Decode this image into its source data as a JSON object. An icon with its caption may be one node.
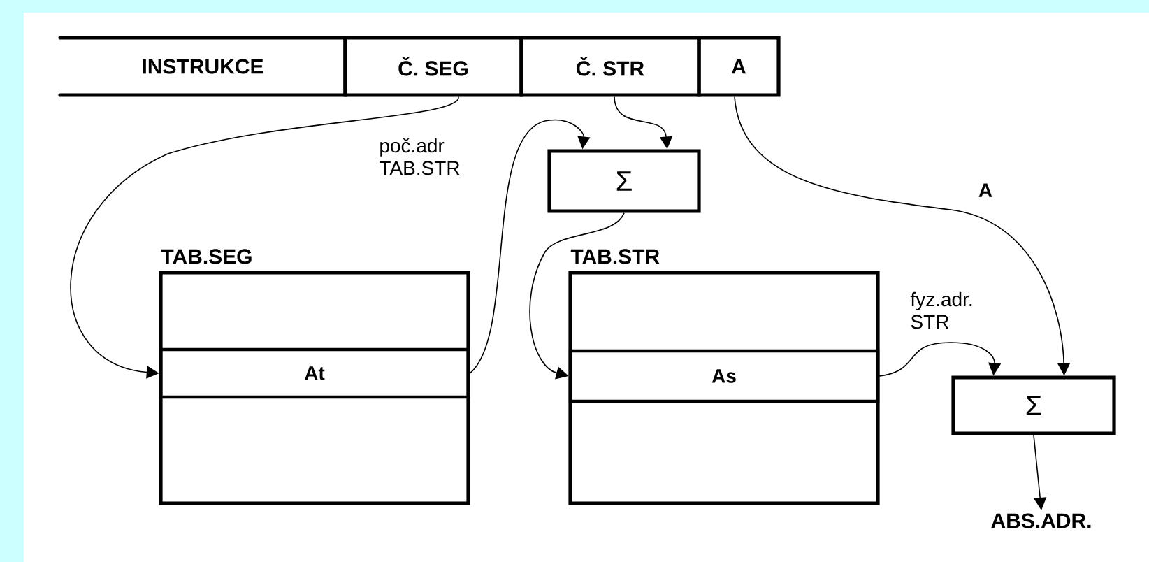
{
  "diagram": {
    "nodes": [
      {
        "text": [
          "INSTRUKCE"
        ]
      },
      {
        "text": [
          "Č. SEG"
        ]
      },
      {
        "text": [
          "Č. STR"
        ]
      },
      {
        "text": [
          "A"
        ]
      },
      {
        "text": [
          "Σ"
        ]
      },
      {
        "text": [
          "TAB.SEG"
        ]
      },
      {
        "text": [
          "At"
        ],
        "in": 5
      },
      {
        "text": [
          "TAB.STR"
        ]
      },
      {
        "text": [
          "As"
        ],
        "in": 7
      },
      {
        "text": [
          "Σ"
        ]
      },
      {
        "text": [
          "ABS.ADR."
        ]
      }
    ],
    "edges": [
      {
        "from": 1,
        "to": 6,
        "arrow": "to"
      },
      {
        "from": 6,
        "to": 4,
        "arrow": "to",
        "label": "poč.adr TAB.STR"
      },
      {
        "from": 2,
        "to": 4,
        "arrow": "to"
      },
      {
        "from": 4,
        "to": 8,
        "arrow": "to"
      },
      {
        "from": 8,
        "to": 9,
        "arrow": "to",
        "label": "fyz.adr. STR"
      },
      {
        "from": 3,
        "to": 9,
        "arrow": "to",
        "label": "A"
      },
      {
        "from": 9,
        "to": 10,
        "arrow": "to"
      }
    ]
  }
}
